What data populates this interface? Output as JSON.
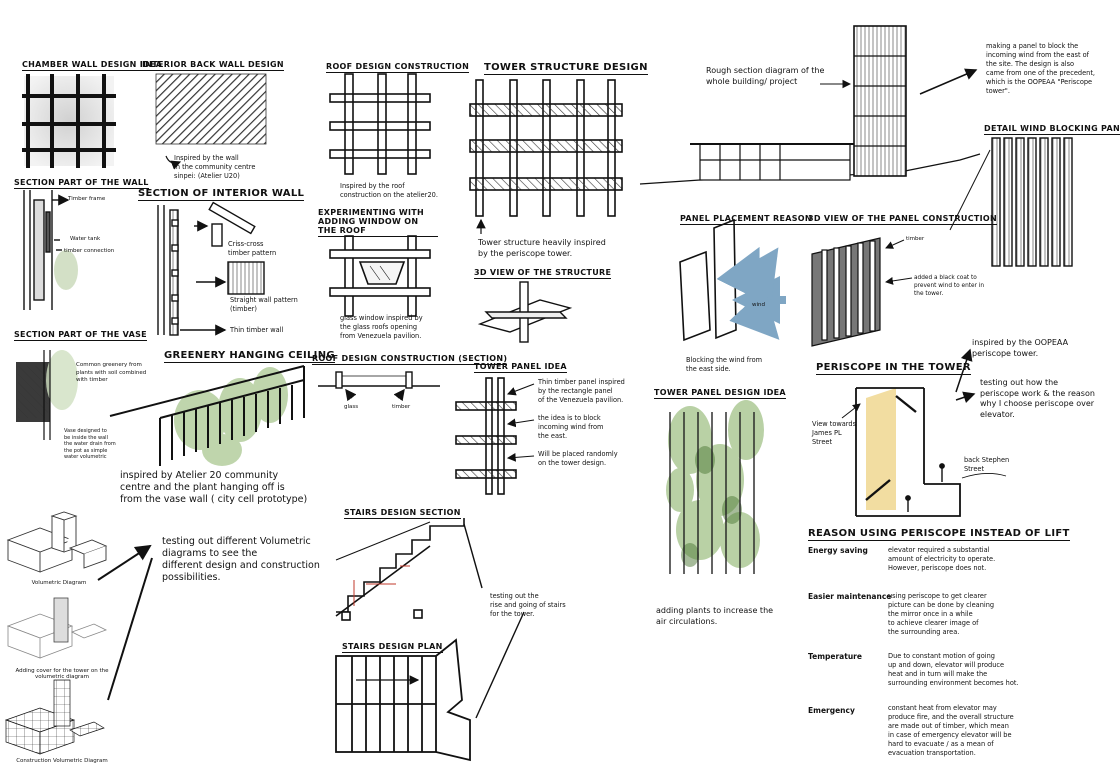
{
  "headings": {
    "chamber_wall": "Chamber wall design idea",
    "interior_back_wall": "Interior back wall design",
    "roof_design_construction": "Roof design construction",
    "tower_structure": "Tower structure design",
    "section_part_wall": "Section part of the wall",
    "section_interior_wall": "Section of interior wall",
    "experimenting_window": "Experimenting with adding window on the roof",
    "view_3d_structure": "3D view of the structure",
    "section_part_vase": "Section part of the vase",
    "greenery_ceiling": "Greenery hanging ceiling",
    "roof_design_section": "Roof design construction (section)",
    "tower_panel_idea": "Tower panel idea",
    "tower_panel_design_idea": "Tower panel design idea",
    "panel_placement": "Panel placement reason",
    "view_3d_panel": "3D view of the panel construction",
    "detail_wind_panel": "Detail wind blocking panel",
    "periscope_tower": "Periscope in the tower",
    "reason_periscope": "Reason using periscope instead of lift",
    "stairs_section": "Stairs design section",
    "stairs_plan": "Stairs design plan"
  },
  "notes": {
    "interior_back_wall": "Inspired by the wall\nin the community centre\nsinpei: (Atelier U20)",
    "roof_inspired": "Inspired by the roof\nconstruction on the atelier20.",
    "tower_inspired": "Tower structure heavily inspired\nby the periscope tower.",
    "glass_window": "glass window inspired by\nthe glass roofs opening\nfrom Venezuela pavilion.",
    "timber_frame": "Timber frame",
    "water_tank": "Water tank",
    "timber_connection": "timber connection",
    "cross_cross": "Criss-cross\ntimber pattern",
    "straight_pattern": "Straight wall pattern\n(timber)",
    "thin_timber": "Thin timber wall",
    "vase_greenery": "Common greenery from\nplants with soil combined\nwith timber",
    "vase_side": "Vase designed to\nbe inside the wall\nthe water drain from\nthe pot as simple\nwater volumetric",
    "greenery_caption": "inspired by Atelier 20 community\ncentre and the plant hanging off is\nfrom the vase wall ( city cell prototype)",
    "glass": "glass",
    "timber": "timber",
    "panel_note_1": "Thin timber panel inspired\nby the rectangle panel\nof the Venezuela pavilion.",
    "panel_note_2": "the idea is to block\nincoming wind from\nthe east.",
    "panel_note_3": "Will be placed randomly\non the tower design.",
    "rough_section": "Rough section diagram of the\nwhole building/ project",
    "making_panel": "making a panel to block the\nincoming wind from the east of\nthe site. The design is also\ncame from one of the precedent,\nwhich is the OOPEAA \"Periscope\ntower\".",
    "wind": "wind",
    "blocking_wind": "Blocking the wind from\nthe east side.",
    "timber_label": "timber",
    "added_black_coat": "added a black coat to\nprevent wind to enter in\nthe tower.",
    "inspired_oopeaa": "inspired by the OOPEAA\nperiscope tower.",
    "testing_periscope": "testing out how the\nperiscope work & the reason\nwhy I choose periscope over\nelevator.",
    "view_towards": "View towards\nJames PL\nStreet",
    "back_stephen": "back Stephen\nStreet",
    "adding_plants": "adding plants to increase the\nair circulations.",
    "testing_volumetric": "testing out different Volumetric\ndiagrams to see the\ndifferent design and construction\npossibilities.",
    "testing_stairs": "testing out the\nrise and going of stairs\nfor the tower."
  },
  "captions": {
    "volumetric": "Volumetric Diagram",
    "adding_cover": "Adding cover for the tower on the\nvolumetric diagram",
    "construction_volumetric": "Construction Volumetric Diagram"
  },
  "reasons": [
    {
      "key": "Energy saving",
      "text": "elevator required a substantial\namount of electricity to operate.\nHowever, periscope does not."
    },
    {
      "key": "Easier maintenance",
      "text": "using periscope to get clearer\npicture can be done by cleaning\nthe mirror once in a while\nto achieve clearer image of\nthe surrounding area."
    },
    {
      "key": "Temperature",
      "text": "Due to constant motion of going\nup and down, elevator will produce\nheat and in turn will make the\nsurrounding environment becomes hot."
    },
    {
      "key": "Emergency",
      "text": "constant heat from elevator may\nproduce fire, and the overall structure\nare made out of timber, which mean\nin case of emergency elevator will be\nhard to evacuate / as a mean of\nevacuation transportation."
    }
  ],
  "colors": {
    "ink": "#111111",
    "wind_arrow": "#7fa6c4",
    "periscope_light": "#efd58a",
    "greenery": "#8bb36a",
    "stairs_dim": "#c0392b"
  }
}
